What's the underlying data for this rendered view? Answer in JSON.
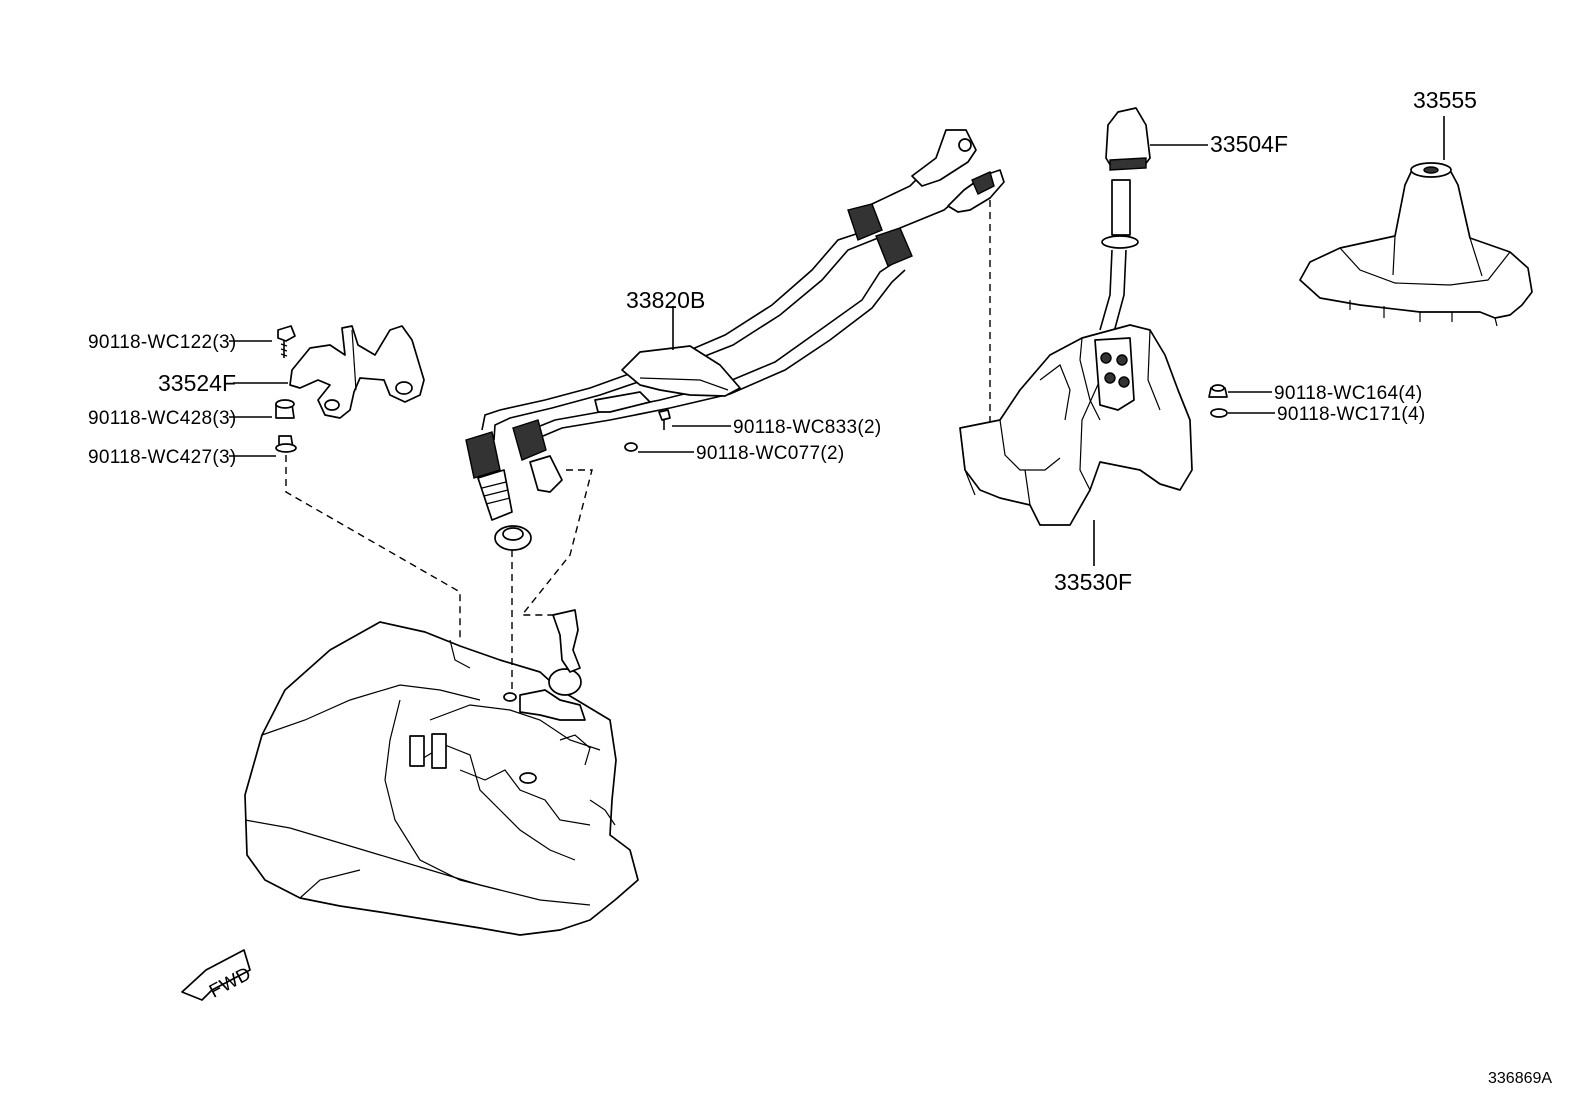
{
  "labels": {
    "p33555": "33555",
    "p33504f": "33504F",
    "p33820b": "33820B",
    "p90118_wc122": "90118-WC122(3)",
    "p33524f": "33524F",
    "p90118_wc428": "90118-WC428(3)",
    "p90118_wc427": "90118-WC427(3)",
    "p90118_wc833": "90118-WC833(2)",
    "p90118_wc077": "90118-WC077(2)",
    "p90118_wc164": "90118-WC164(4)",
    "p90118_wc171": "90118-WC171(4)",
    "p33530f": "33530F",
    "fwd": "FWD",
    "ref_code": "336869A"
  }
}
